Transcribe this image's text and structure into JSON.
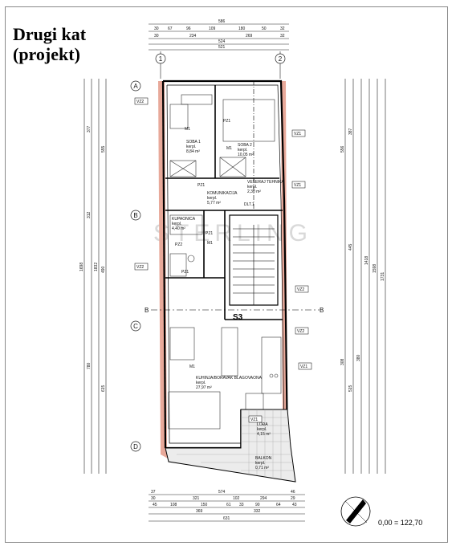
{
  "title": {
    "line1": "Drugi kat",
    "line2": "(projekt)"
  },
  "elevation": "0,00 = 122,70",
  "grid_axes": {
    "vertical": [
      "1",
      "2"
    ],
    "horizontal": [
      "A",
      "B",
      "C",
      "D"
    ]
  },
  "section": {
    "marker": "B",
    "label": "S3"
  },
  "watermark": "STERLING",
  "rooms": [
    {
      "name": "SOBA 1",
      "floor": "kerpl.",
      "area": "8,84 m²"
    },
    {
      "name": "SOBA 2",
      "floor": "kerpl.",
      "area": "10,05 m²"
    },
    {
      "name": "KOMUNIKACIJA",
      "floor": "kerpl.",
      "area": "5,77 m²"
    },
    {
      "name": "VEŠERAJ TEHNIKA",
      "floor": "kerpl.",
      "area": "2,30 m²"
    },
    {
      "name": "KUPAONICA",
      "floor": "kerpl.",
      "area": "4,40 m²"
    },
    {
      "name": "KUHINJA/BORAVAK BLAGOVAONA",
      "floor": "kerpl.",
      "area": "27,97 m²"
    },
    {
      "name": "LOĐA",
      "floor": "kerpl.",
      "area": "4,15 m²"
    },
    {
      "name": "BALKON",
      "floor": "kerpl.",
      "area": "0,71 m²"
    }
  ],
  "window_tags": [
    "VZ2",
    "VZ1",
    "VZ1",
    "VZ2",
    "VZ2",
    "VZ2",
    "VZ1",
    "VZ1"
  ],
  "door_tags": [
    "M1",
    "M1",
    "PZ1",
    "PZ1",
    "PZ1",
    "PZ2",
    "M1",
    "PZ1",
    "M1",
    "DLT.1"
  ],
  "dims_top": {
    "overall": "586",
    "row1": [
      "30",
      "67",
      "96",
      "109",
      "180",
      "50",
      "32"
    ],
    "row2": [
      "30",
      "234",
      "269",
      "32"
    ],
    "row3": [
      "524"
    ],
    "row4": [
      "521"
    ]
  },
  "dims_bottom": {
    "row1": [
      "37",
      "574",
      "46"
    ],
    "row2": [
      "30",
      "321",
      "102",
      "294",
      "29"
    ],
    "row3": [
      "45",
      "108",
      "150",
      "61",
      "33",
      "90",
      "64",
      "43"
    ],
    "row4": [
      "369",
      "332"
    ],
    "overall": "631"
  },
  "dims_left": [
    "377",
    "555",
    "312",
    "490",
    "1698",
    "1832",
    "780",
    "615"
  ],
  "dims_right": [
    "556",
    "387",
    "445",
    "1418",
    "1598",
    "1731",
    "308",
    "515",
    "380"
  ]
}
